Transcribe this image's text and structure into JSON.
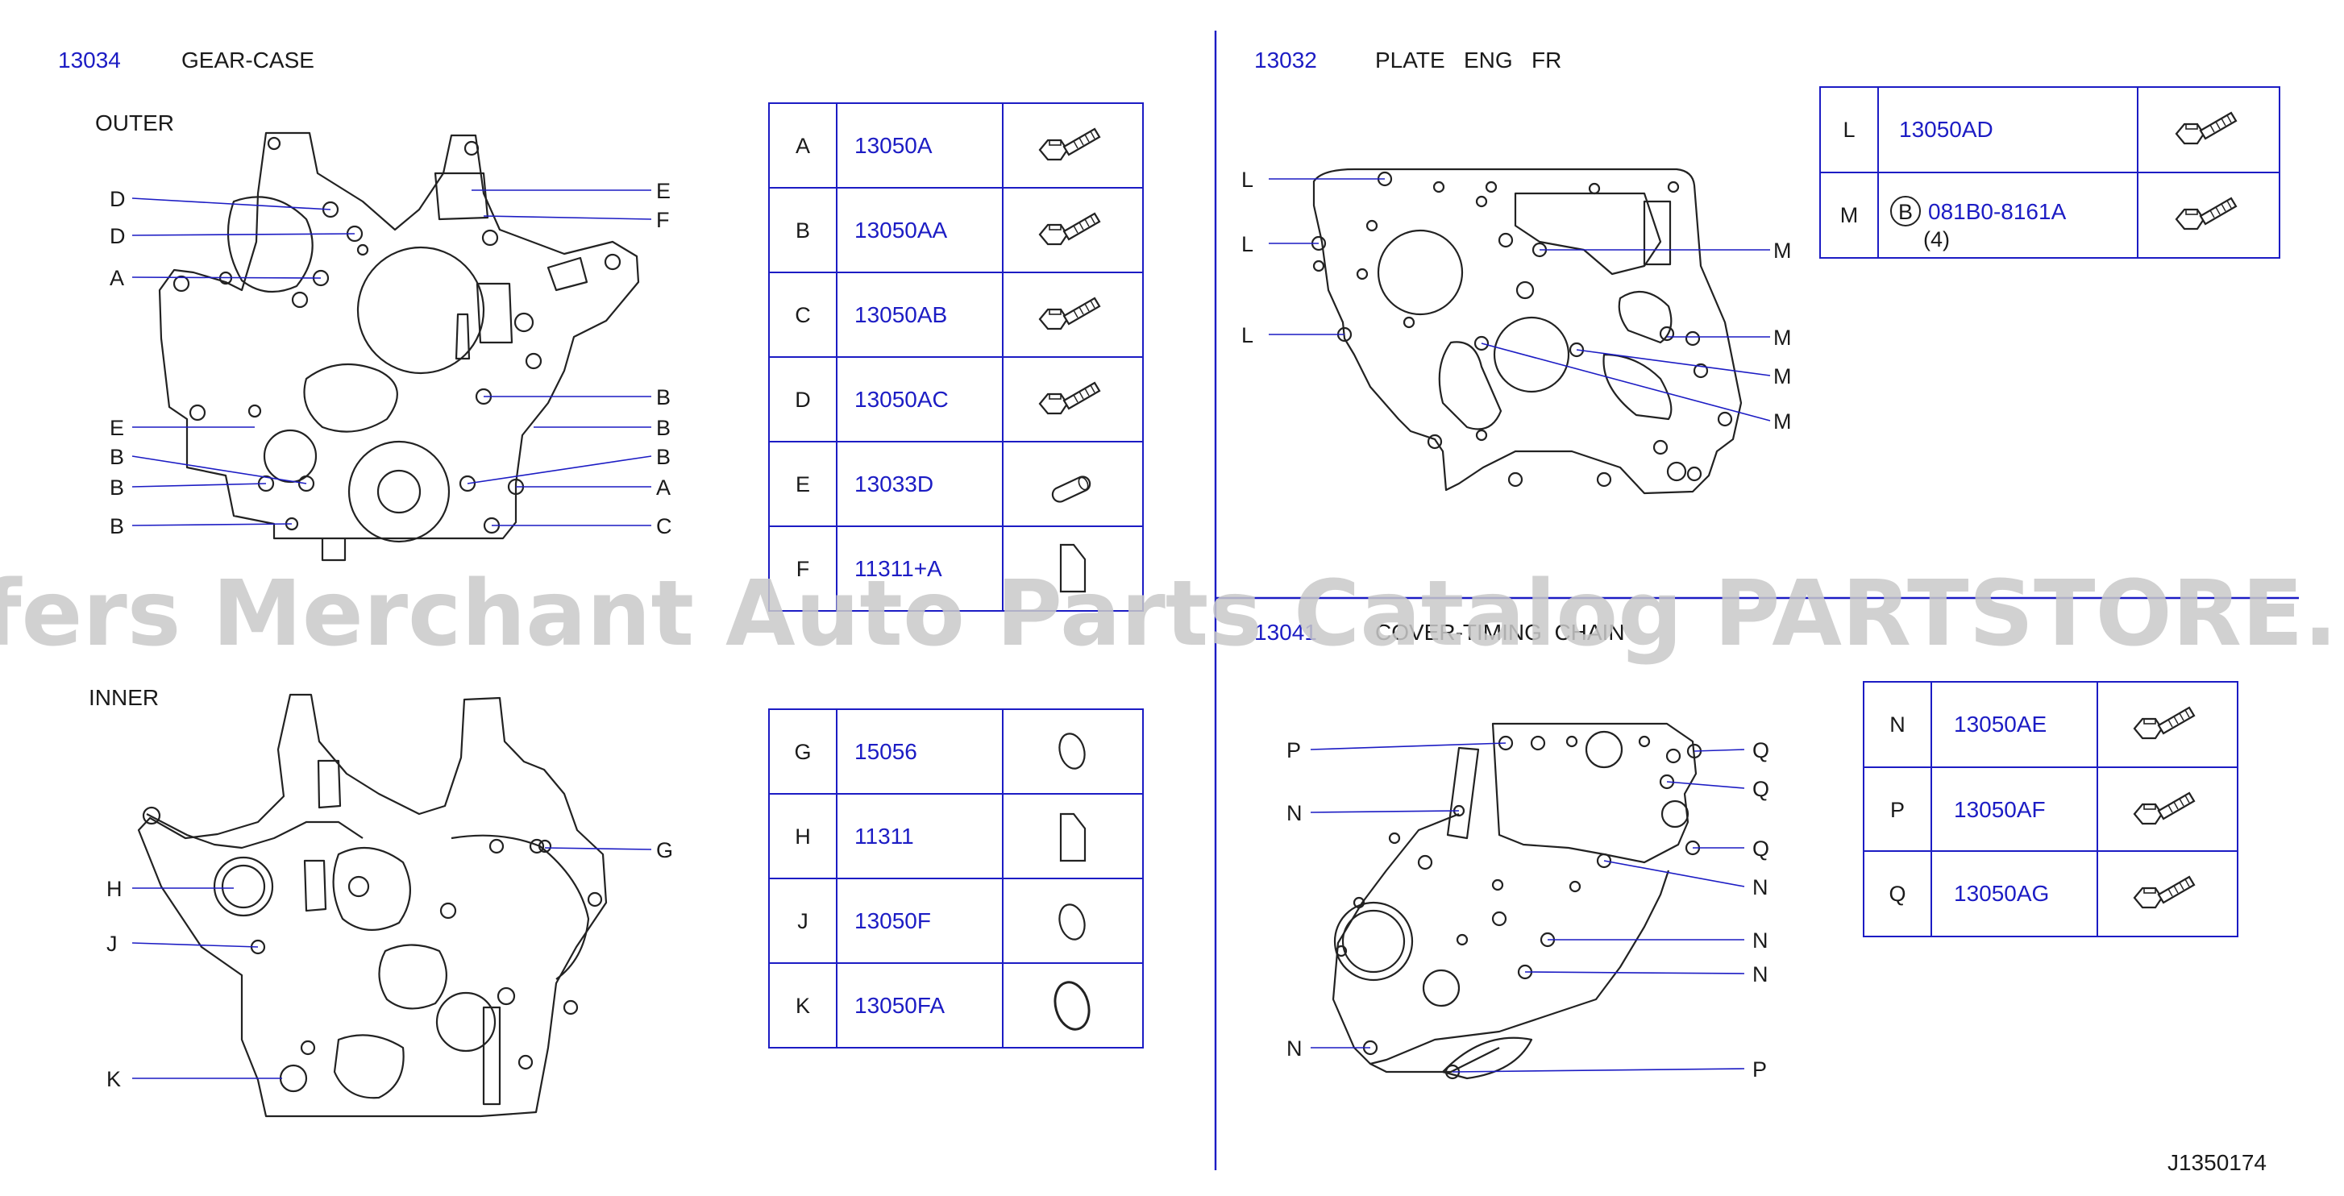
{
  "sections": {
    "gear_case": {
      "code": "13034",
      "title": "GEAR-CASE",
      "outer_label": "OUTER",
      "inner_label": "INNER"
    },
    "plate": {
      "code": "13032",
      "title": "PLATE   ENG   FR"
    },
    "cover": {
      "code": "13041",
      "title": "COVER-TIMING  CHAIN"
    }
  },
  "tables": {
    "outer_fasteners": [
      {
        "key": "A",
        "part": "13050A",
        "icon": "bolt-icon"
      },
      {
        "key": "B",
        "part": "13050AA",
        "icon": "bolt-icon"
      },
      {
        "key": "C",
        "part": "13050AB",
        "icon": "bolt-icon"
      },
      {
        "key": "D",
        "part": "13050AC",
        "icon": "bolt-icon"
      },
      {
        "key": "E",
        "part": "13033D",
        "icon": "dowel-pin-icon"
      },
      {
        "key": "F",
        "part": "11311+A",
        "icon": "gasket-icon"
      }
    ],
    "inner_seals": [
      {
        "key": "G",
        "part": "15056",
        "icon": "o-ring-icon"
      },
      {
        "key": "H",
        "part": "11311",
        "icon": "gasket-icon"
      },
      {
        "key": "J",
        "part": "13050F",
        "icon": "o-ring-icon"
      },
      {
        "key": "K",
        "part": "13050FA",
        "icon": "o-ring-icon"
      }
    ],
    "plate_fasteners": [
      {
        "key": "L",
        "part": "13050AD",
        "icon": "bolt-icon"
      },
      {
        "key": "M",
        "badge": "B",
        "part": "081B0-8161A",
        "qty": "(4)",
        "icon": "bolt-icon"
      }
    ],
    "cover_fasteners": [
      {
        "key": "N",
        "part": "13050AE",
        "icon": "bolt-icon"
      },
      {
        "key": "P",
        "part": "13050AF",
        "icon": "bolt-icon"
      },
      {
        "key": "Q",
        "part": "13050AG",
        "icon": "bolt-icon"
      }
    ]
  },
  "callouts": {
    "outer_left": [
      "D",
      "D",
      "A",
      "E",
      "B",
      "B",
      "B"
    ],
    "outer_right": [
      "E",
      "F",
      "B",
      "B",
      "B",
      "A",
      "C"
    ],
    "inner_left": [
      "H",
      "J",
      "K"
    ],
    "inner_right": [
      "G"
    ],
    "plate_left": [
      "L",
      "L",
      "L"
    ],
    "plate_right": [
      "M",
      "M",
      "M",
      "M"
    ],
    "cover_left": [
      "P",
      "N",
      "N"
    ],
    "cover_right": [
      "Q",
      "Q",
      "Q",
      "N",
      "N",
      "N",
      "P"
    ]
  },
  "diagram_id": "J1350174",
  "watermark": "Offers Merchant Auto Parts Catalog PARTSTORE.SA",
  "colors": {
    "accent": "#1c1cc4",
    "line": "#222222",
    "watermark": "#c9c9c9"
  }
}
